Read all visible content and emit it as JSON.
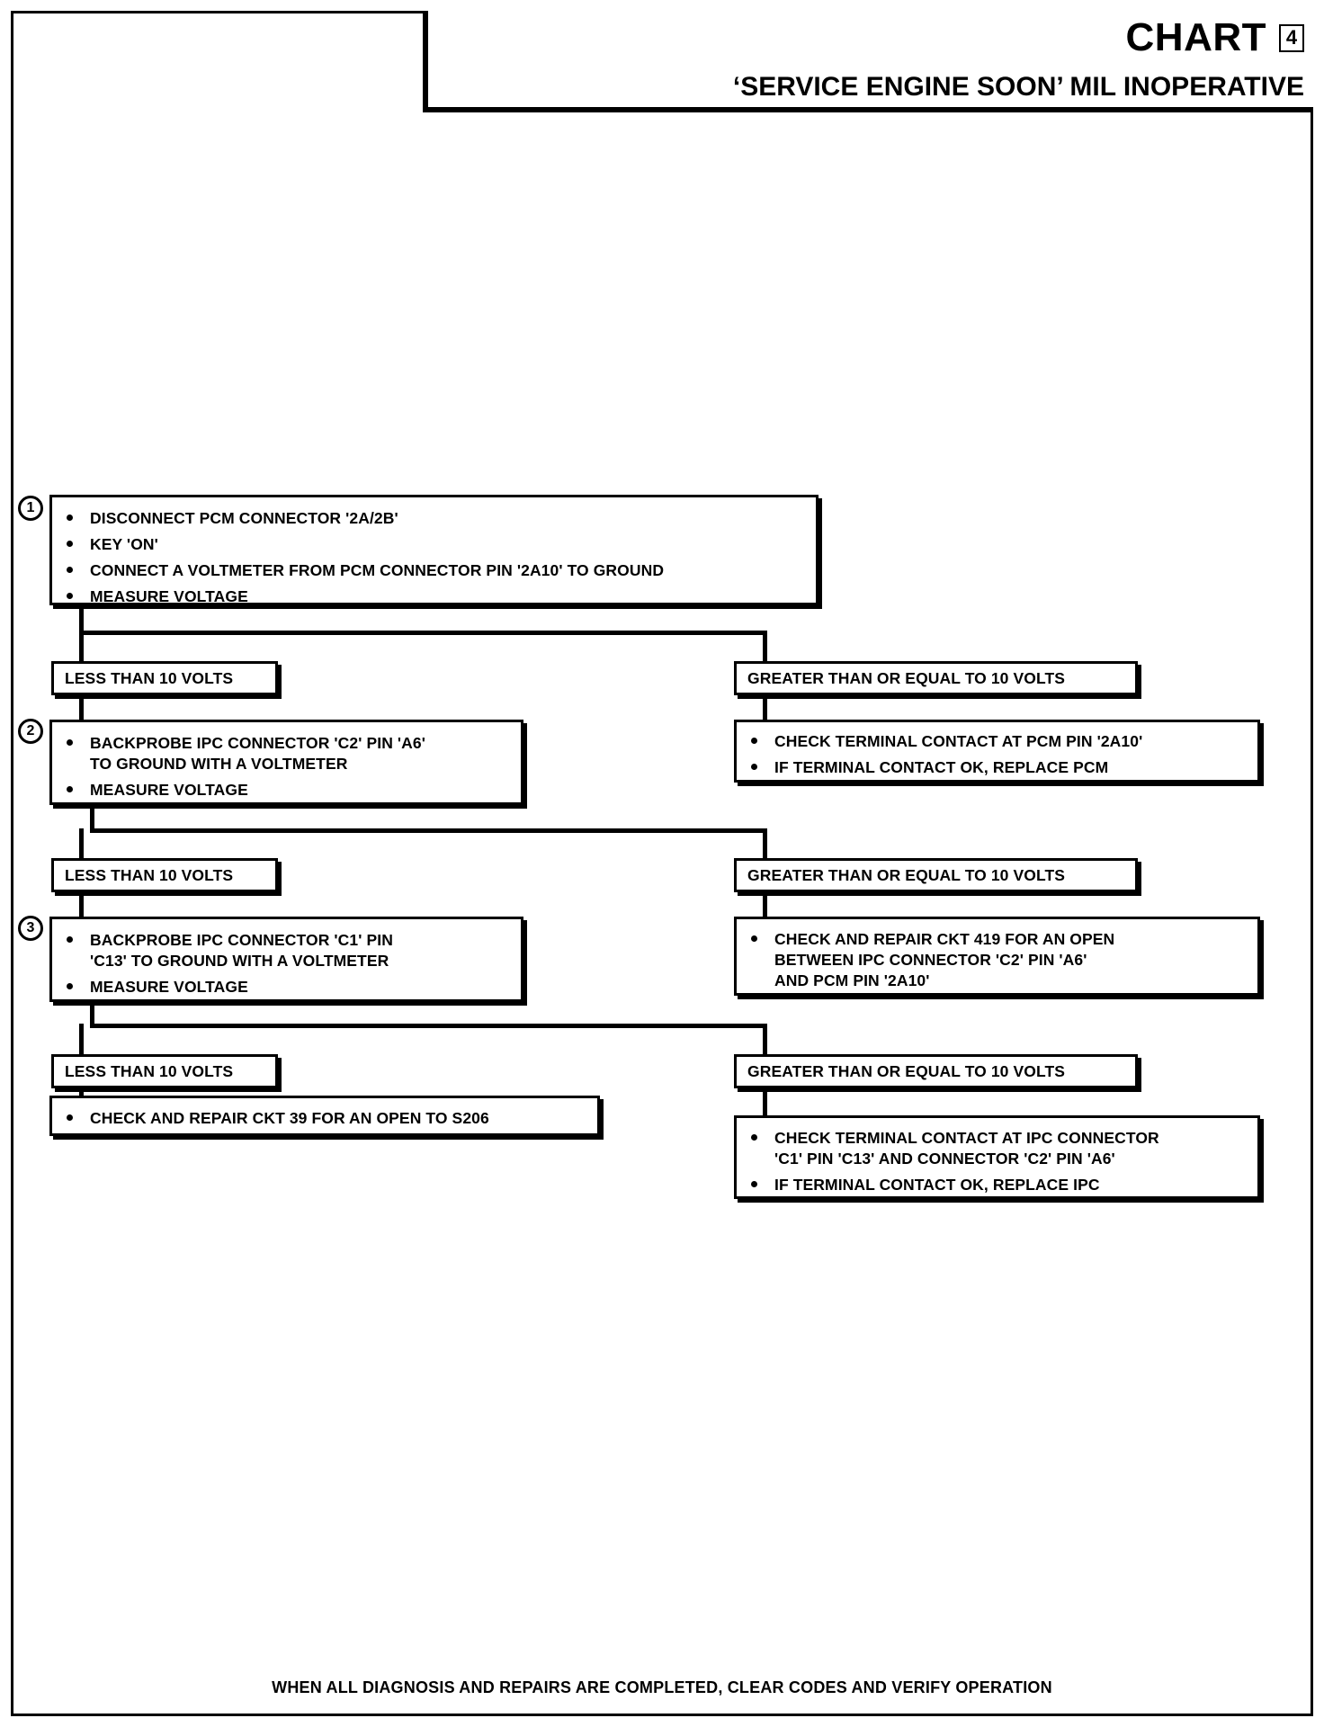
{
  "header": {
    "chart_label": "CHART",
    "chart_number": "4",
    "subtitle": "‘SERVICE ENGINE SOON’ MIL INOPERATIVE"
  },
  "steps": {
    "step1_num": "1",
    "step2_num": "2",
    "step3_num": "3"
  },
  "boxes": {
    "step1": {
      "items": [
        "DISCONNECT PCM CONNECTOR '2A/2B'",
        "KEY 'ON'",
        "CONNECT A VOLTMETER FROM PCM CONNECTOR PIN '2A10' TO GROUND",
        "MEASURE VOLTAGE"
      ]
    },
    "step2": {
      "items": [
        "BACKPROBE IPC CONNECTOR 'C2' PIN 'A6'\nTO GROUND WITH A VOLTMETER",
        "MEASURE VOLTAGE"
      ]
    },
    "step3": {
      "items": [
        "BACKPROBE IPC CONNECTOR 'C1' PIN\n'C13' TO GROUND WITH A VOLTMETER",
        "MEASURE VOLTAGE"
      ]
    },
    "result1_right": {
      "items": [
        "CHECK TERMINAL CONTACT AT PCM PIN '2A10'",
        "IF TERMINAL CONTACT OK, REPLACE PCM"
      ]
    },
    "result2_right": {
      "items": [
        "CHECK AND REPAIR CKT 419 FOR AN OPEN\nBETWEEN IPC CONNECTOR 'C2' PIN 'A6'\nAND PCM PIN '2A10'"
      ]
    },
    "result3_left": {
      "items": [
        "CHECK AND REPAIR CKT 39 FOR AN OPEN TO S206"
      ]
    },
    "result3_right": {
      "items": [
        "CHECK TERMINAL CONTACT AT IPC CONNECTOR\n'C1' PIN 'C13' AND CONNECTOR 'C2' PIN 'A6'",
        "IF TERMINAL CONTACT OK, REPLACE IPC"
      ]
    }
  },
  "branch_labels": {
    "less1": "LESS THAN 10 VOLTS",
    "greater1": "GREATER THAN OR EQUAL TO 10 VOLTS",
    "less2": "LESS THAN 10 VOLTS",
    "greater2": "GREATER THAN OR EQUAL TO 10 VOLTS",
    "less3": "LESS THAN 10 VOLTS",
    "greater3": "GREATER THAN OR EQUAL TO 10 VOLTS"
  },
  "footer": {
    "text": "WHEN ALL DIAGNOSIS AND REPAIRS ARE COMPLETED, CLEAR CODES AND VERIFY OPERATION"
  },
  "chart_data": {
    "type": "table",
    "title": "'SERVICE ENGINE SOON' MIL INOPERATIVE — CHART 4",
    "nodes": [
      {
        "id": 1,
        "kind": "test",
        "step": "1",
        "text": "DISCONNECT PCM CONNECTOR '2A/2B'; KEY 'ON'; CONNECT A VOLTMETER FROM PCM CONNECTOR PIN '2A10' TO GROUND; MEASURE VOLTAGE"
      },
      {
        "id": 2,
        "kind": "branch-label",
        "text": "LESS THAN 10 VOLTS"
      },
      {
        "id": 3,
        "kind": "branch-label",
        "text": "GREATER THAN OR EQUAL TO 10 VOLTS"
      },
      {
        "id": 4,
        "kind": "test",
        "step": "2",
        "text": "BACKPROBE IPC CONNECTOR 'C2' PIN 'A6' TO GROUND WITH A VOLTMETER; MEASURE VOLTAGE"
      },
      {
        "id": 5,
        "kind": "action",
        "text": "CHECK TERMINAL CONTACT AT PCM PIN '2A10'; IF TERMINAL CONTACT OK, REPLACE PCM"
      },
      {
        "id": 6,
        "kind": "branch-label",
        "text": "LESS THAN 10 VOLTS"
      },
      {
        "id": 7,
        "kind": "branch-label",
        "text": "GREATER THAN OR EQUAL TO 10 VOLTS"
      },
      {
        "id": 8,
        "kind": "test",
        "step": "3",
        "text": "BACKPROBE IPC CONNECTOR 'C1' PIN 'C13' TO GROUND WITH A VOLTMETER; MEASURE VOLTAGE"
      },
      {
        "id": 9,
        "kind": "action",
        "text": "CHECK AND REPAIR CKT 419 FOR AN OPEN BETWEEN IPC CONNECTOR 'C2' PIN 'A6' AND PCM PIN '2A10'"
      },
      {
        "id": 10,
        "kind": "branch-label",
        "text": "LESS THAN 10 VOLTS"
      },
      {
        "id": 11,
        "kind": "branch-label",
        "text": "GREATER THAN OR EQUAL TO 10 VOLTS"
      },
      {
        "id": 12,
        "kind": "action",
        "text": "CHECK AND REPAIR CKT 39 FOR AN OPEN TO S206"
      },
      {
        "id": 13,
        "kind": "action",
        "text": "CHECK TERMINAL CONTACT AT IPC CONNECTOR 'C1' PIN 'C13' AND CONNECTOR 'C2' PIN 'A6'; IF TERMINAL CONTACT OK, REPLACE IPC"
      }
    ],
    "edges": [
      {
        "from": 1,
        "to": 2
      },
      {
        "from": 1,
        "to": 3
      },
      {
        "from": 2,
        "to": 4
      },
      {
        "from": 3,
        "to": 5
      },
      {
        "from": 4,
        "to": 6
      },
      {
        "from": 4,
        "to": 7
      },
      {
        "from": 6,
        "to": 8
      },
      {
        "from": 7,
        "to": 9
      },
      {
        "from": 8,
        "to": 10
      },
      {
        "from": 8,
        "to": 11
      },
      {
        "from": 10,
        "to": 12
      },
      {
        "from": 11,
        "to": 13
      }
    ]
  }
}
